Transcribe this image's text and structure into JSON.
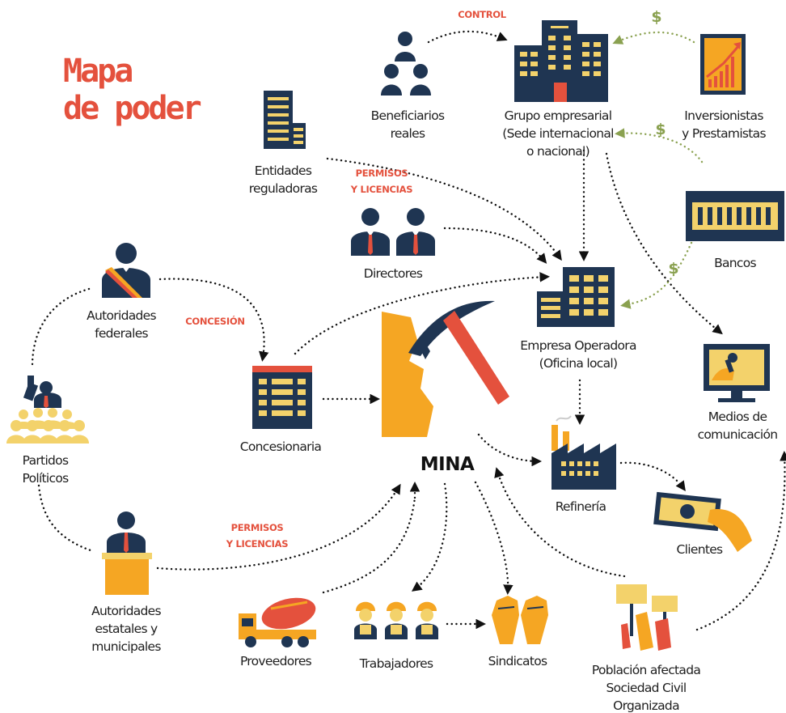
{
  "title": {
    "line1": "Mapa",
    "line2": "de poder"
  },
  "colors": {
    "navy": "#1f3552",
    "yellow": "#f5a623",
    "light_yellow": "#f3d26b",
    "red": "#e4513d",
    "green": "#8aa150"
  },
  "center": {
    "label": "MINA"
  },
  "nodes": {
    "beneficiarios": {
      "line1": "Beneficiarios",
      "line2": "reales"
    },
    "grupo": {
      "line1": "Grupo empresarial",
      "line2": "(Sede internacional",
      "line3": "o nacional)"
    },
    "inversionistas": {
      "line1": "Inversionistas",
      "line2": "y Prestamistas"
    },
    "entidades": {
      "line1": "Entidades",
      "line2": "reguladoras"
    },
    "directores": {
      "line1": "Directores"
    },
    "bancos": {
      "line1": "Bancos"
    },
    "autoridades_federales": {
      "line1": "Autoridades",
      "line2": "federales"
    },
    "empresa_operadora": {
      "line1": "Empresa Operadora",
      "line2": "(Oficina local)"
    },
    "medios": {
      "line1": "Medios de",
      "line2": "comunicación"
    },
    "partidos": {
      "line1": "Partidos",
      "line2": "Políticos"
    },
    "concesionaria": {
      "line1": "Concesionaria"
    },
    "refineria": {
      "line1": "Refinería"
    },
    "clientes": {
      "line1": "Clientes"
    },
    "autoridades_estatales": {
      "line1": "Autoridades",
      "line2": "estatales y",
      "line3": "municipales"
    },
    "proveedores": {
      "line1": "Proveedores"
    },
    "trabajadores": {
      "line1": "Trabajadores"
    },
    "sindicatos": {
      "line1": "Sindicatos"
    },
    "poblacion": {
      "line1": "Población afectada",
      "line2": "Sociedad Civil",
      "line3": "Organizada"
    }
  },
  "edge_labels": {
    "control": "CONTROL",
    "permisos1_a": "PERMISOS",
    "permisos1_b": "Y LICENCIAS",
    "concesion": "CONCESIÓN",
    "permisos2_a": "PERMISOS",
    "permisos2_b": "Y LICENCIAS"
  },
  "money_symbol": "$",
  "icons": [
    "people-group-icon",
    "skyscraper-icon",
    "growth-chart-icon",
    "office-building-icon",
    "businessmen-icon",
    "bank-icon",
    "politician-sash-icon",
    "operator-building-icon",
    "tv-monitor-icon",
    "party-crowd-icon",
    "concession-building-icon",
    "mine-pickaxe-icon",
    "factory-icon",
    "cash-hand-icon",
    "podium-official-icon",
    "cement-truck-icon",
    "workers-helmet-icon",
    "raised-fists-icon",
    "protest-signs-icon"
  ]
}
